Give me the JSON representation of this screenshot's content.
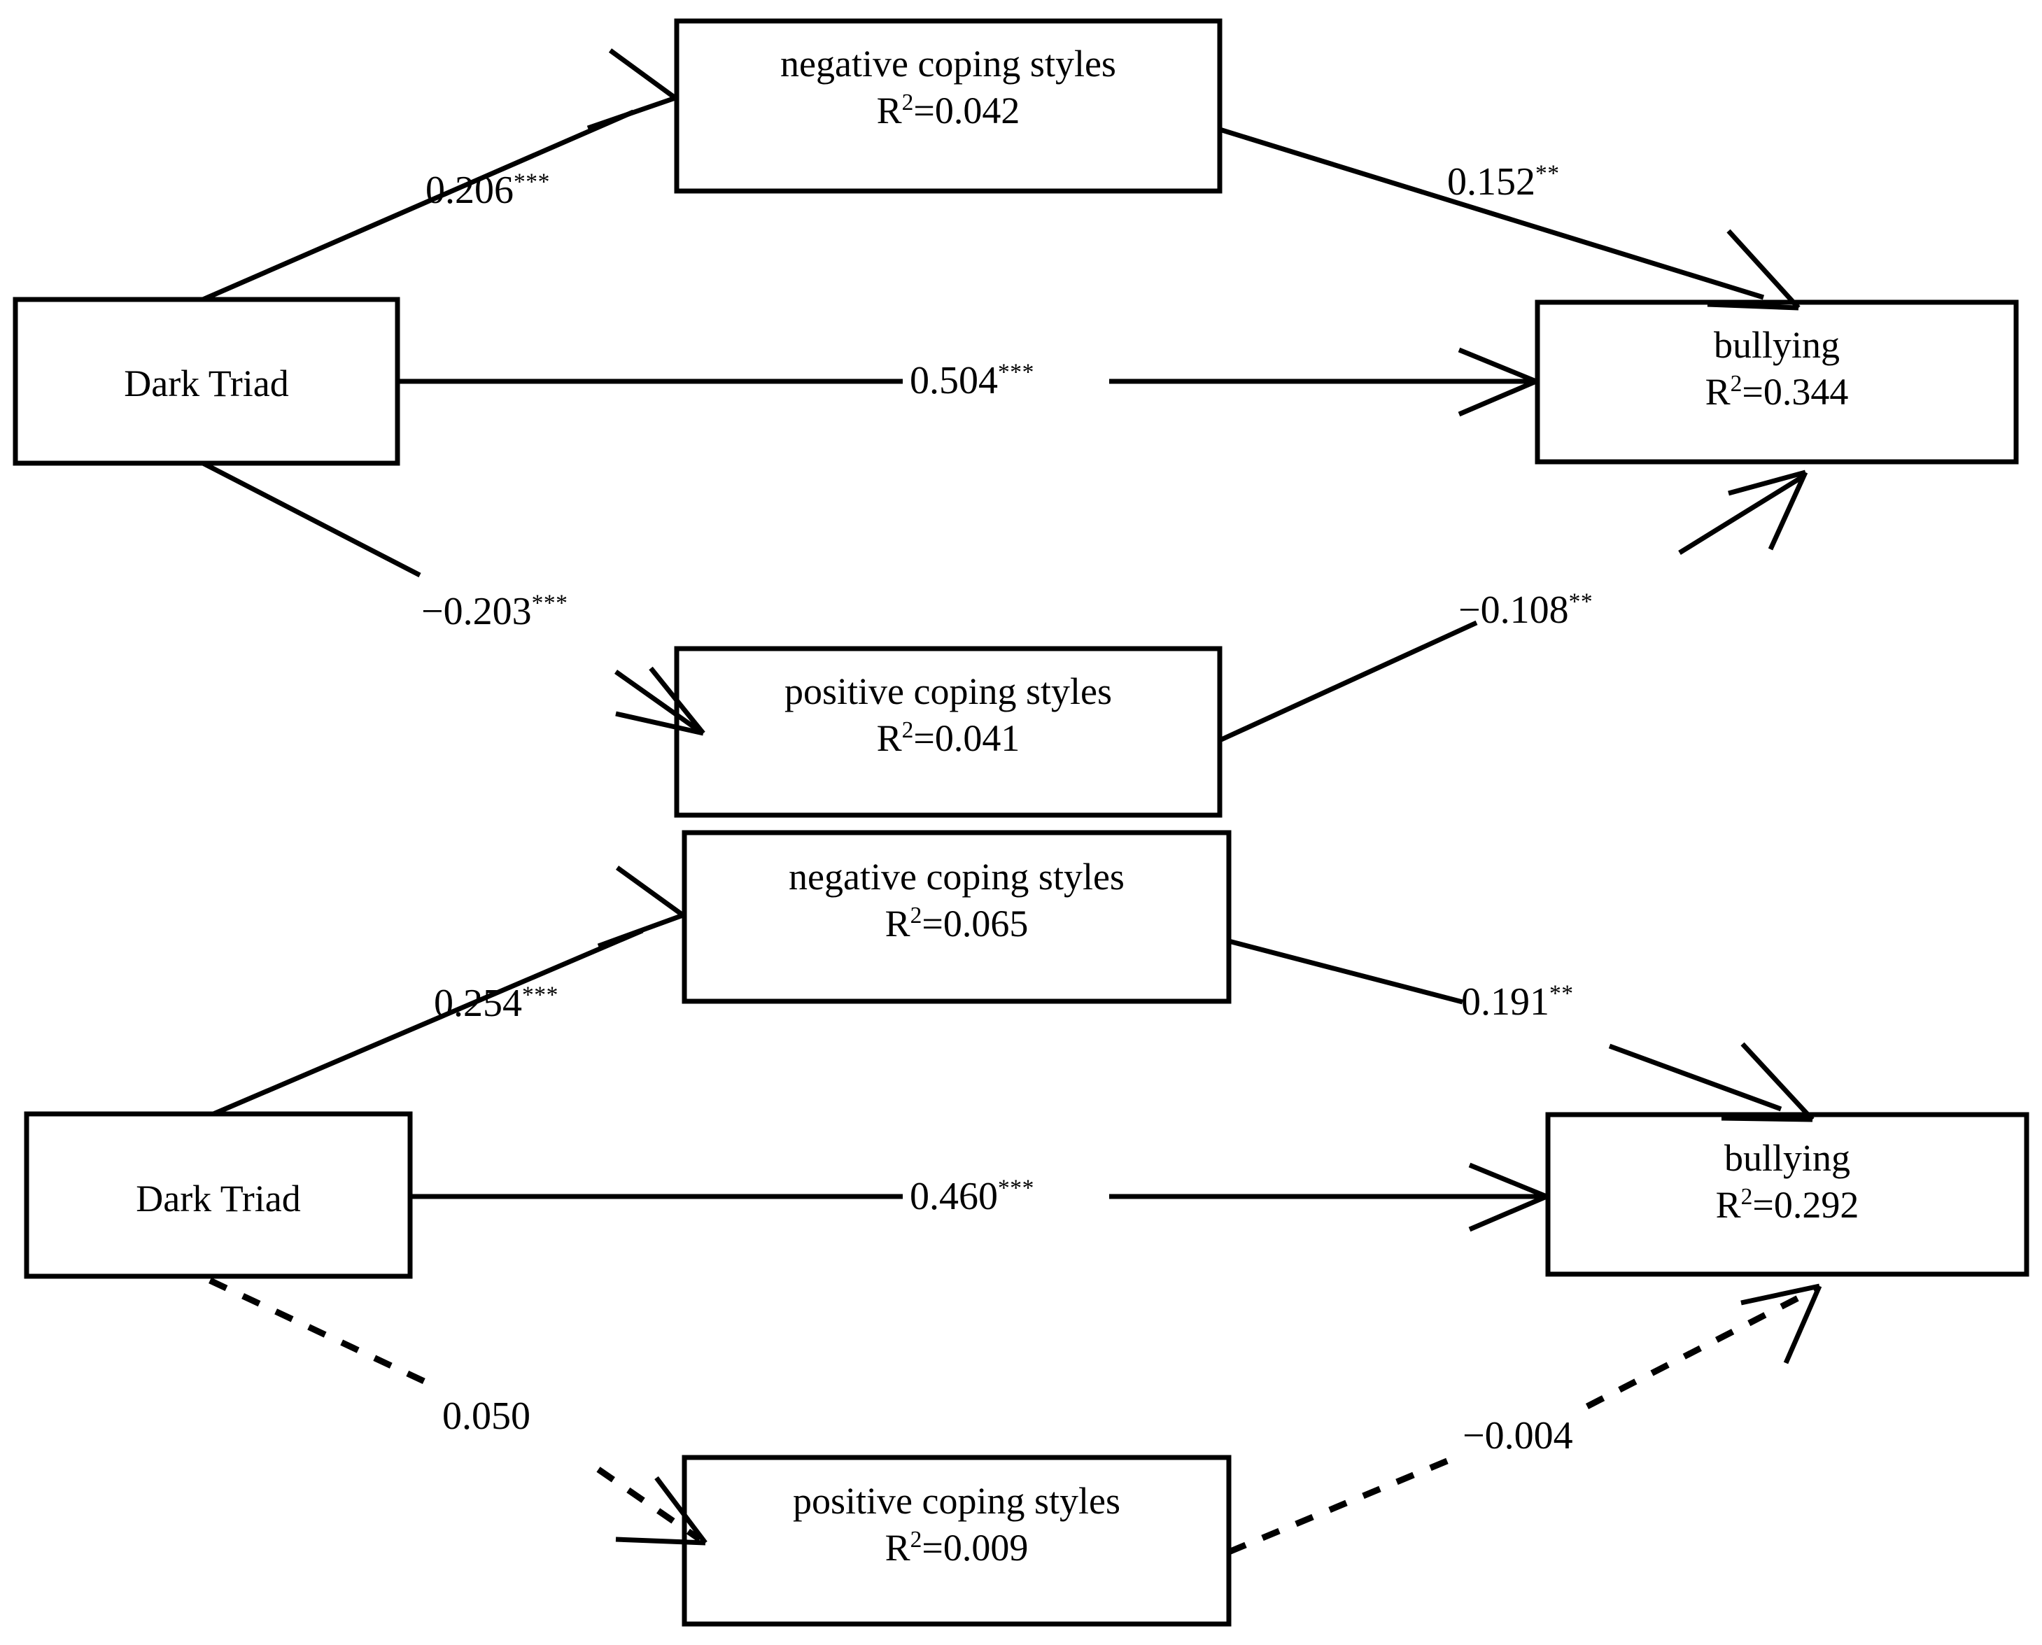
{
  "figure": {
    "type": "path-diagram",
    "description": "Two-panel structural equation / mediation path diagram",
    "line_styles": {
      "solid": "significant path",
      "dashed": "non-significant path"
    },
    "colors": {
      "stroke": "#000000",
      "fill": "#ffffff",
      "background": "#ffffff"
    }
  },
  "models": [
    {
      "id": "model-top",
      "nodes": {
        "predictor": {
          "label": "Dark Triad",
          "r2": ""
        },
        "mediator_upper": {
          "label": "negative coping styles",
          "r2_prefix": "R",
          "r2_sup": "2",
          "r2": "=0.042"
        },
        "mediator_lower": {
          "label": "positive coping styles",
          "r2_prefix": "R",
          "r2_sup": "2",
          "r2": "=0.041"
        },
        "outcome": {
          "label": "bullying",
          "r2_prefix": "R",
          "r2_sup": "2",
          "r2": "=0.344"
        }
      },
      "paths": [
        {
          "id": "dt-to-neg",
          "value": "0.206",
          "stars": "***",
          "style": "solid"
        },
        {
          "id": "neg-to-bully",
          "value": "0.152",
          "stars": "**",
          "style": "solid"
        },
        {
          "id": "dt-to-bully",
          "value": "0.504",
          "stars": "***",
          "style": "solid"
        },
        {
          "id": "dt-to-pos",
          "value": "−0.203",
          "stars": "***",
          "style": "solid"
        },
        {
          "id": "pos-to-bully",
          "value": "−0.108",
          "stars": "**",
          "style": "solid"
        }
      ]
    },
    {
      "id": "model-bottom",
      "nodes": {
        "predictor": {
          "label": "Dark Triad",
          "r2": ""
        },
        "mediator_upper": {
          "label": "negative coping styles",
          "r2_prefix": "R",
          "r2_sup": "2",
          "r2": "=0.065"
        },
        "mediator_lower": {
          "label": "positive coping styles",
          "r2_prefix": "R",
          "r2_sup": "2",
          "r2": "=0.009"
        },
        "outcome": {
          "label": "bullying",
          "r2_prefix": "R",
          "r2_sup": "2",
          "r2": "=0.292"
        }
      },
      "paths": [
        {
          "id": "dt-to-neg",
          "value": "0.254",
          "stars": "***",
          "style": "solid"
        },
        {
          "id": "neg-to-bully",
          "value": "0.191",
          "stars": "**",
          "style": "solid"
        },
        {
          "id": "dt-to-bully",
          "value": "0.460",
          "stars": "***",
          "style": "solid"
        },
        {
          "id": "dt-to-pos",
          "value": "0.050",
          "stars": "",
          "style": "dashed"
        },
        {
          "id": "pos-to-bully",
          "value": "−0.004",
          "stars": "",
          "style": "dashed"
        }
      ]
    }
  ],
  "labels": {
    "neg_coping_top": "negative coping styles",
    "neg_coping_top_r2": "=0.042",
    "pos_coping_top": "positive coping styles",
    "pos_coping_top_r2": "=0.041",
    "dark_triad_top": "Dark Triad",
    "bullying_top": "bullying",
    "bullying_top_r2": "=0.344",
    "neg_coping_bottom": "negative coping styles",
    "neg_coping_bottom_r2": "=0.065",
    "pos_coping_bottom": "positive coping styles",
    "pos_coping_bottom_r2": "=0.009",
    "dark_triad_bottom": "Dark Triad",
    "bullying_bottom": "bullying",
    "bullying_bottom_r2": "=0.292",
    "r_symbol": "R",
    "r_sup": "2",
    "coef_206": "0.206",
    "coef_206_stars": "***",
    "coef_152": "0.152",
    "coef_152_stars": "**",
    "coef_504": "0.504",
    "coef_504_stars": "***",
    "coef_neg203": "−0.203",
    "coef_neg203_stars": "***",
    "coef_neg108": "−0.108",
    "coef_neg108_stars": "**",
    "coef_254": "0.254",
    "coef_254_stars": "***",
    "coef_191": "0.191",
    "coef_191_stars": "**",
    "coef_460": "0.460",
    "coef_460_stars": "***",
    "coef_050": "0.050",
    "coef_050_stars": "",
    "coef_neg004": "−0.004",
    "coef_neg004_stars": ""
  }
}
